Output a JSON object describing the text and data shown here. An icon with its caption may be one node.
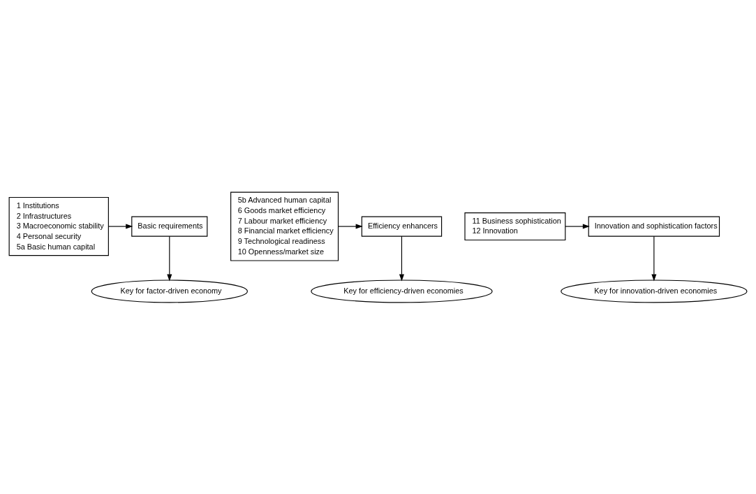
{
  "diagram": {
    "nodes": [
      {
        "text": [
          "1 Institutions",
          "2 Infrastructures",
          "3 Macroeconomic stability",
          "4 Personal security",
          "5a Basic human capital"
        ]
      },
      {
        "text": [
          "Basic requirements"
        ]
      },
      {
        "text": [
          "Key for factor-driven economy"
        ]
      },
      {
        "text": [
          "5b Advanced human capital",
          "6 Goods market efficiency",
          "7 Labour market efficiency",
          "8 Financial market efficiency",
          "9 Technological readiness",
          "10 Openness/market size"
        ]
      },
      {
        "text": [
          "Efficiency enhancers"
        ]
      },
      {
        "text": [
          "Key for efficiency-driven economies"
        ]
      },
      {
        "text": [
          "11 Business sophistication",
          "12 Innovation"
        ]
      },
      {
        "text": [
          "Innovation and sophistication factors"
        ]
      },
      {
        "text": [
          "Key for innovation-driven economies"
        ]
      }
    ],
    "edges": [
      {
        "from": 0,
        "to": 1,
        "arrow": "to"
      },
      {
        "from": 1,
        "to": 2,
        "arrow": "to"
      },
      {
        "from": 3,
        "to": 4,
        "arrow": "to"
      },
      {
        "from": 4,
        "to": 5,
        "arrow": "to"
      },
      {
        "from": 6,
        "to": 7,
        "arrow": "to"
      },
      {
        "from": 7,
        "to": 8,
        "arrow": "to"
      }
    ]
  }
}
